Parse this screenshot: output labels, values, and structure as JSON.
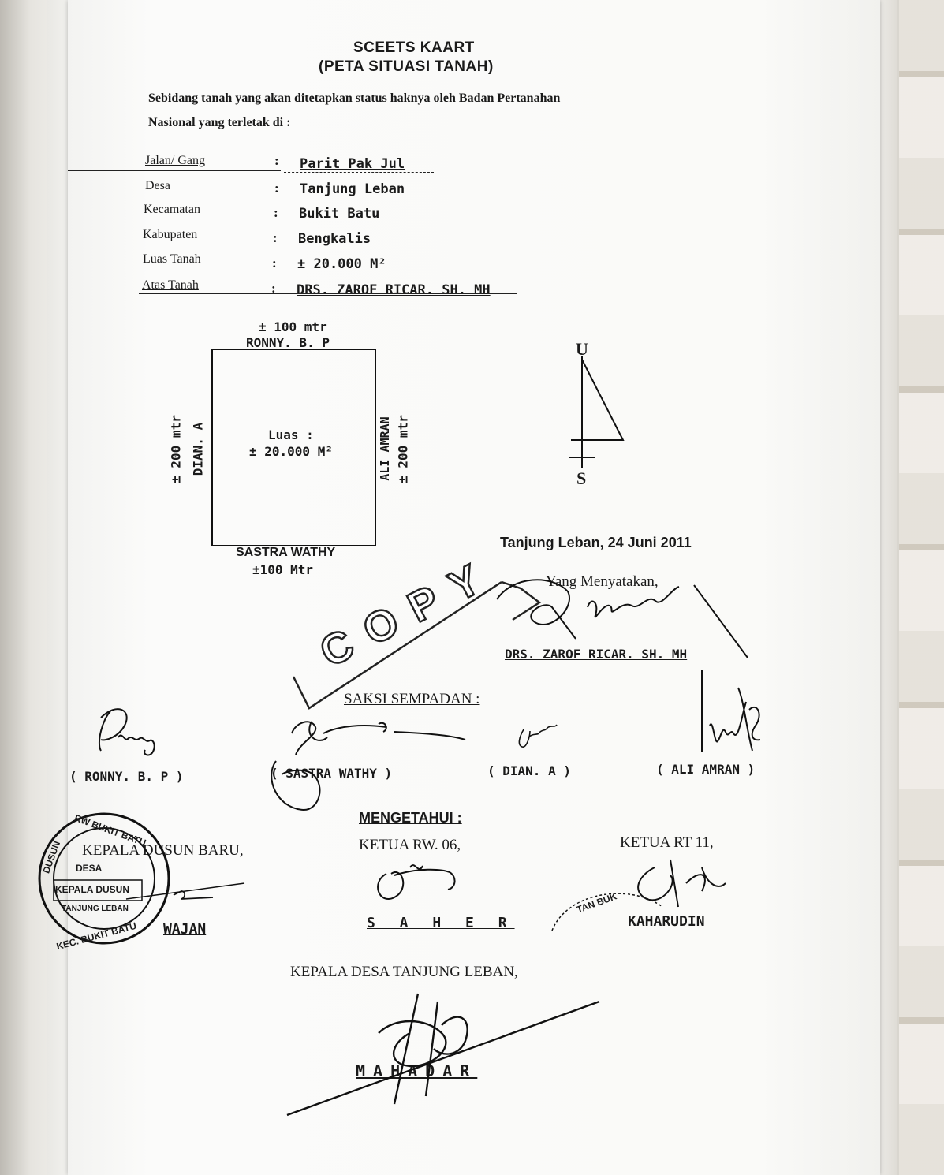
{
  "header": {
    "title": "SCEETS KAART",
    "subtitle": "(PETA SITUASI TANAH)",
    "intro_line1": "Sebidang tanah yang akan ditetapkan status haknya oleh Badan Pertanahan",
    "intro_line2": "Nasional yang terletak di :"
  },
  "fields": [
    {
      "label": "Jalan/ Gang",
      "value": "Parit Pak Jul"
    },
    {
      "label": "Desa",
      "value": "Tanjung Leban"
    },
    {
      "label": "Kecamatan",
      "value": "Bukit Batu"
    },
    {
      "label": "Kabupaten",
      "value": "Bengkalis"
    },
    {
      "label": "Luas Tanah",
      "value": "± 20.000 M²"
    },
    {
      "label": "Atas Tanah",
      "value": "DRS. ZAROF RICAR. SH. MH"
    }
  ],
  "colon": ":",
  "plot": {
    "top_dim": "± 100 mtr",
    "top_name": "RONNY. B. P",
    "left_dim": "± 200 mtr",
    "left_name": "DIAN. A",
    "right_name": "ALI AMRAN",
    "right_dim": "± 200 mtr",
    "bottom_name": "SASTRA WATHY",
    "bottom_dim": "±100 Mtr",
    "area_label": "Luas :",
    "area_value": "± 20.000 M²"
  },
  "compass": {
    "north": "U",
    "south": "S"
  },
  "declaration": {
    "place_date": "Tanjung Leban, 24 Juni 2011",
    "stated_by": "Yang Menyatakan,",
    "declarant": "DRS. ZAROF RICAR. SH. MH"
  },
  "copy_stamp": "COPY",
  "witnesses": {
    "heading": "SAKSI SEMPADAN :",
    "names": [
      "( RONNY. B. P )",
      "( SASTRA WATHY )",
      "( DIAN. A )",
      "( ALI AMRAN )"
    ]
  },
  "approval": {
    "heading": "MENGETAHUI :",
    "kepala_dusun_title": "KEPALA DUSUN BARU,",
    "kepala_dusun_name": "WAJAN",
    "rw_title": "KETUA RW. 06,",
    "rw_name": "S A H E R",
    "rt_title": "KETUA RT 11,",
    "rt_name": "KAHARUDIN",
    "kades_title": "KEPALA DESA TANJUNG LEBAN,",
    "kades_name": "MAHADAR"
  },
  "seal_text": {
    "ring_top": "RW BUKIT BATU",
    "ring_left": "DUSUN",
    "line1": "DESA",
    "line2": "KEPALA DUSUN",
    "line3": "TANJUNG LEBAN",
    "ring_bottom": "KEC. BUKIT BATU",
    "rt_stamp": "TAN BUK"
  },
  "colors": {
    "ink": "#1a1a1a",
    "paper": "#fafaf8",
    "background": "#d9d6cf"
  }
}
